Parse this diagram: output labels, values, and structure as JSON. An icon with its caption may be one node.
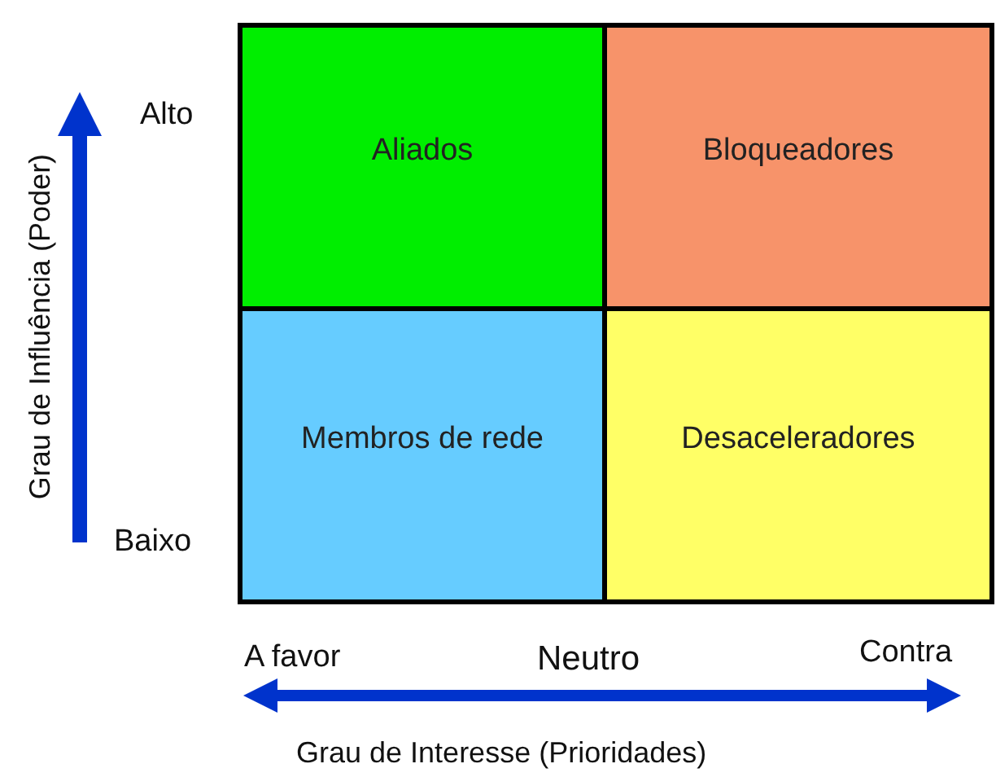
{
  "diagram": {
    "nodes": [
      {
        "text": [
          "Aliados"
        ]
      },
      {
        "text": [
          "Bloqueadores"
        ]
      },
      {
        "text": [
          "Membros de rede"
        ]
      },
      {
        "text": [
          "Desaceleradores"
        ]
      }
    ],
    "labels": [
      "Grau de Influência (Poder)",
      "Alto",
      "Baixo",
      "A favor",
      "Neutro",
      "Contra",
      "Grau de Interesse (Prioridades)"
    ]
  }
}
